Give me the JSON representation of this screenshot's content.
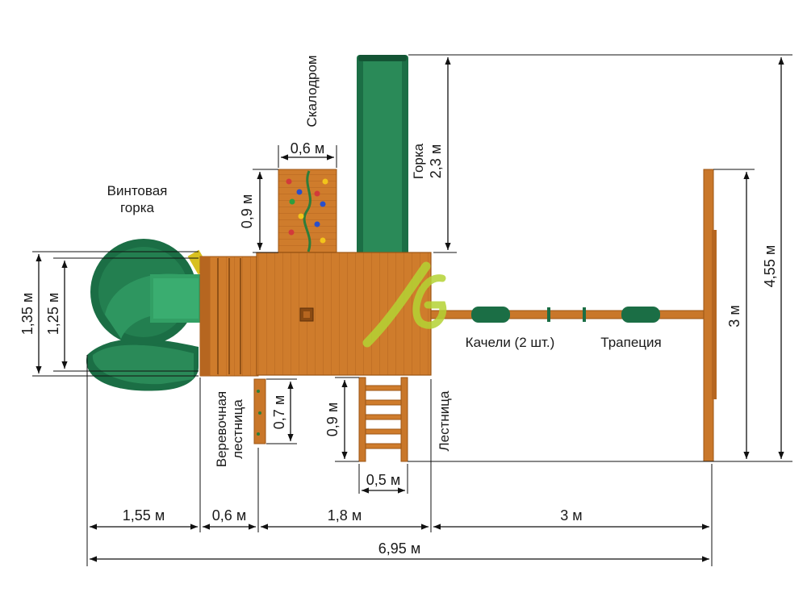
{
  "labels": {
    "spiral_slide": [
      "Винтовая",
      "горка"
    ],
    "climbing_wall": "Скалодром",
    "slide": "Горка",
    "rope_ladder": [
      "Веревочная",
      "лестница"
    ],
    "ladder": "Лестница",
    "swings": "Качели (2 шт.)",
    "trapeze": "Трапеция"
  },
  "dimensions": {
    "wall_width": "0,6 м",
    "wall_height": "0,9 м",
    "slide_length": "2,3 м",
    "overall_depth": "4,55 м",
    "beam_length": "3 м",
    "spiral_outer": "1,35 м",
    "spiral_inner": "1,25 м",
    "rope_ladder_length": "0,7 м",
    "ladder_length": "0,9 м",
    "ladder_width": "0,5 м",
    "seg_spiral": "1,55 м",
    "seg_rope": "0,6 м",
    "seg_deck": "1,8 м",
    "seg_swing": "3 м",
    "overall_width": "6,95 м"
  },
  "colors": {
    "wood": "#c9772a",
    "wood_dark": "#9c5614",
    "green": "#1f7a4e",
    "green_dark": "#145a37",
    "logo": "#b5d334"
  }
}
